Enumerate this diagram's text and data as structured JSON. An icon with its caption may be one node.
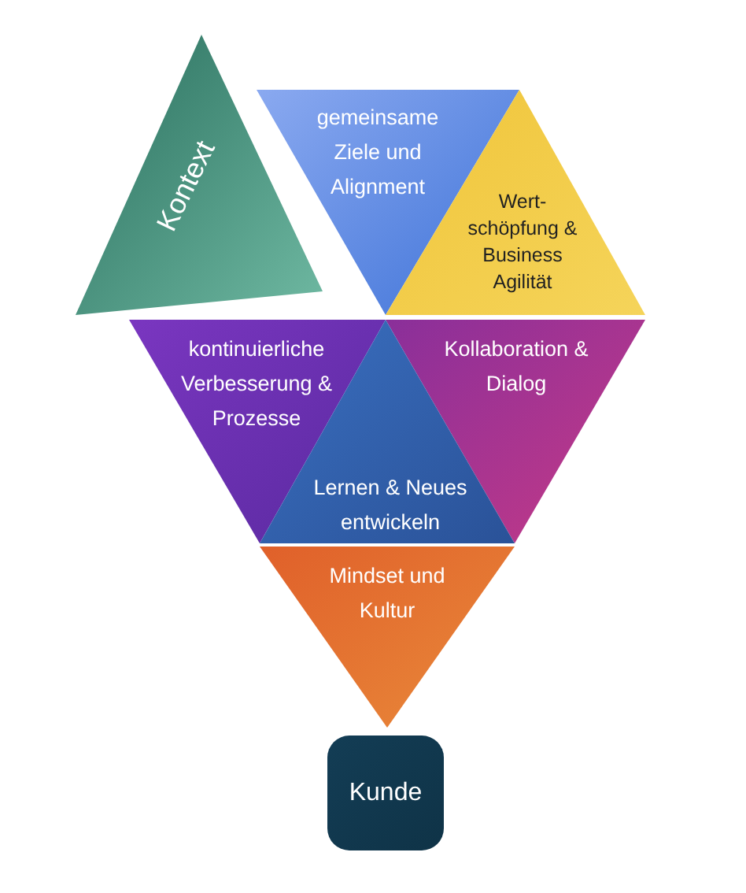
{
  "diagram": {
    "nodes": [
      {
        "text": [
          "Kontext"
        ]
      },
      {
        "text": [
          "gemeinsame Ziele und Alignment"
        ]
      },
      {
        "text": [
          "Wert- schöpfung & Business Agilität"
        ]
      },
      {
        "text": [
          "kontinuierliche Verbesserung & Prozesse"
        ]
      },
      {
        "text": [
          "Kollaboration & Dialog"
        ]
      },
      {
        "text": [
          "Lernen & Neues entwickeln"
        ]
      },
      {
        "text": [
          "Mindset und Kultur"
        ]
      },
      {
        "text": [
          "Kunde"
        ]
      }
    ],
    "edges": []
  }
}
